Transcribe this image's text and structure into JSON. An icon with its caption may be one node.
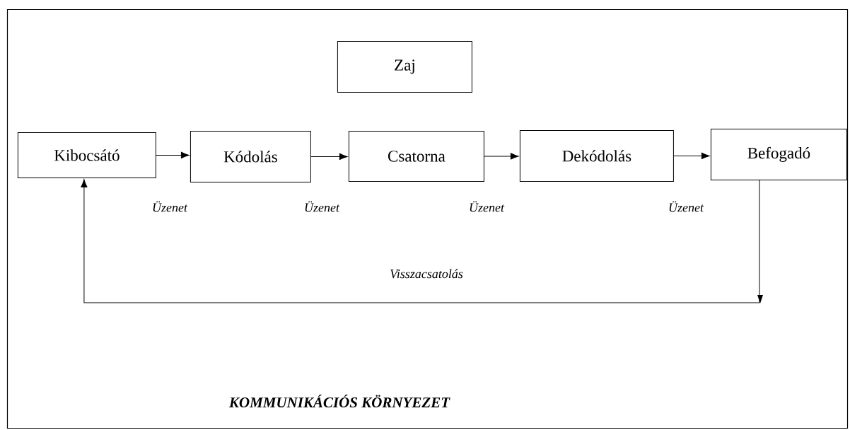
{
  "diagram": {
    "nodes": [
      {
        "text": [
          "KOMMUNIKÁCIÓS KÖRNYEZET"
        ]
      },
      {
        "text": [
          "Zaj"
        ],
        "in": 0
      },
      {
        "text": [
          "Kibocsátó"
        ],
        "in": 0
      },
      {
        "text": [
          "Kódolás"
        ],
        "in": 0
      },
      {
        "text": [
          "Csatorna"
        ],
        "in": 0
      },
      {
        "text": [
          "Dekódolás"
        ],
        "in": 0
      },
      {
        "text": [
          "Befogadó"
        ],
        "in": 0
      }
    ],
    "edges": [
      {
        "from": 2,
        "to": 3,
        "arrow": "to",
        "label": "Üzenet"
      },
      {
        "from": 3,
        "to": 4,
        "arrow": "to",
        "label": "Üzenet"
      },
      {
        "from": 4,
        "to": 5,
        "arrow": "to",
        "label": "Üzenet"
      },
      {
        "from": 5,
        "to": 6,
        "arrow": "to",
        "label": "Üzenet"
      },
      {
        "from": 6,
        "to": 2,
        "arrow": "to",
        "label": "Visszacsatolás"
      }
    ]
  }
}
